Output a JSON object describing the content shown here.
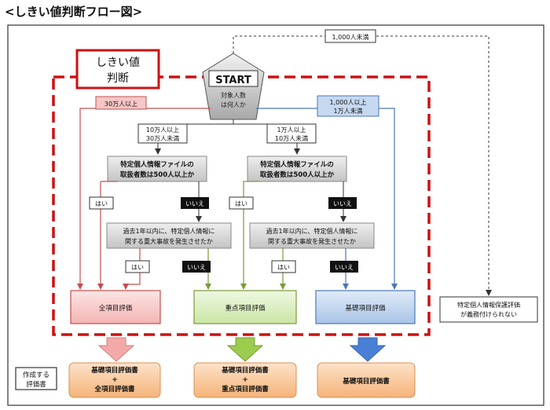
{
  "heading": "<しきい値判断フロー図>",
  "threshold_title": {
    "line1": "しきい値",
    "line2": "判断"
  },
  "start": {
    "label": "START",
    "line1": "対象人数",
    "line2": "は何人か"
  },
  "branch_a": "30万人以上",
  "branch_b": {
    "line1": "10万人以上",
    "line2": "30万人未満"
  },
  "branch_c": {
    "line1": "1万人以上",
    "line2": "10万人未満"
  },
  "branch_d": {
    "line1": "1,000人以上",
    "line2": "1万人未満"
  },
  "branch_e": "1,000人未満",
  "question_file": {
    "line1": "特定個人情報ファイルの",
    "line2": "取扱者数は500人以上か"
  },
  "question_incident": {
    "line1": "過去1年以内に、特定個人情報に",
    "line2": "関する重大事故を発生させたか"
  },
  "yes": "はい",
  "no": "いいえ",
  "result_full": "全項目評価",
  "result_focus": "重点項目評価",
  "result_basic": "基礎項目評価",
  "not_required": {
    "line1": "特定個人情報保護評価",
    "line2": "が義務付けられない"
  },
  "docs_label": {
    "line1": "作成する",
    "line2": "評価書"
  },
  "doc_full": {
    "line1": "基礎項目評価書",
    "line2": "+",
    "line3": "全項目評価書"
  },
  "doc_focus": {
    "line1": "基礎項目評価書",
    "line2": "+",
    "line3": "重点項目評価書"
  },
  "doc_basic": "基礎項目評価書",
  "colors": {
    "threshold_red": "#cc1111",
    "full_fill": "#f7c6c6",
    "full_line": "#c05050",
    "focus_fill": "#d8efb8",
    "focus_line": "#7a9a3a",
    "basic_fill": "#c6d9f1",
    "basic_line": "#4a78b8",
    "doc_fill": "#f8c89a",
    "question_fill": "#d9d9d9",
    "no_fill": "#111111"
  }
}
